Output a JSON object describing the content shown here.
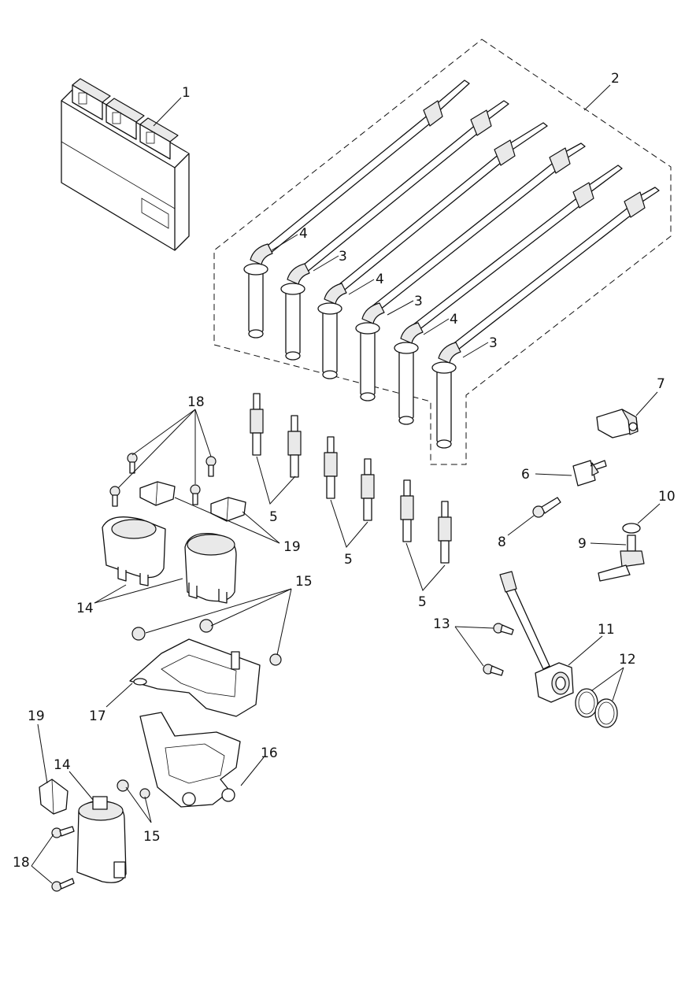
{
  "colors": {
    "line": "#111111",
    "background": "#ffffff",
    "shade": "#e9e9e9"
  },
  "callouts": [
    {
      "id": "c1",
      "text": "1"
    },
    {
      "id": "c2",
      "text": "2"
    },
    {
      "id": "c3a",
      "text": "3"
    },
    {
      "id": "c3b",
      "text": "3"
    },
    {
      "id": "c3c",
      "text": "3"
    },
    {
      "id": "c4a",
      "text": "4"
    },
    {
      "id": "c4b",
      "text": "4"
    },
    {
      "id": "c4c",
      "text": "4"
    },
    {
      "id": "c5a",
      "text": "5"
    },
    {
      "id": "c5b",
      "text": "5"
    },
    {
      "id": "c5c",
      "text": "5"
    },
    {
      "id": "c6",
      "text": "6"
    },
    {
      "id": "c7",
      "text": "7"
    },
    {
      "id": "c8",
      "text": "8"
    },
    {
      "id": "c9",
      "text": "9"
    },
    {
      "id": "c10",
      "text": "10"
    },
    {
      "id": "c11",
      "text": "11"
    },
    {
      "id": "c12",
      "text": "12"
    },
    {
      "id": "c13",
      "text": "13"
    },
    {
      "id": "c14a",
      "text": "14"
    },
    {
      "id": "c14b",
      "text": "14"
    },
    {
      "id": "c15a",
      "text": "15"
    },
    {
      "id": "c15b",
      "text": "15"
    },
    {
      "id": "c16",
      "text": "16"
    },
    {
      "id": "c17",
      "text": "17"
    },
    {
      "id": "c18a",
      "text": "18"
    },
    {
      "id": "c18b",
      "text": "18"
    },
    {
      "id": "c19a",
      "text": "19"
    },
    {
      "id": "c19b",
      "text": "19"
    }
  ]
}
